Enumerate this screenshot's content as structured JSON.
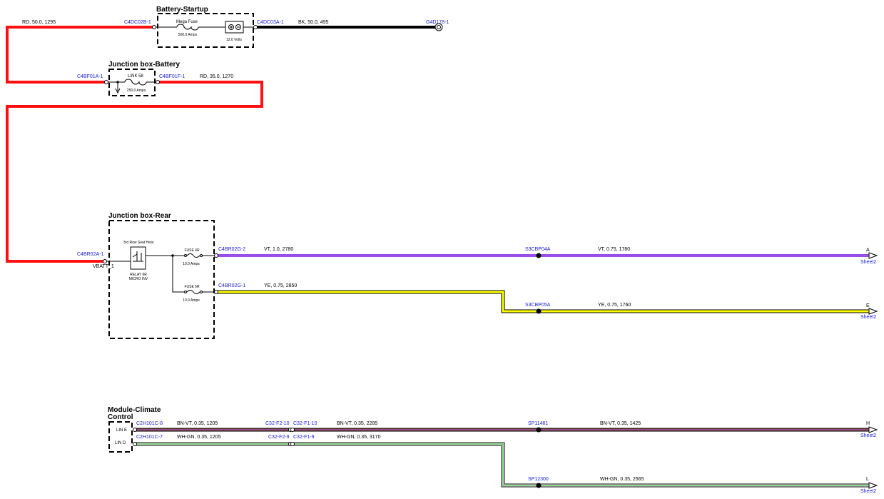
{
  "colors": {
    "red": "#ff1010",
    "black": "#000000",
    "violet": "#9b4dea",
    "yellow": "#ffff00",
    "brown": "#8b4a2b",
    "green": "#22b022",
    "connector_blue": "#1a1ad6"
  },
  "groups": {
    "battery_startup": {
      "title": "Battery-Startup",
      "fuse_name": "Mega Fuse",
      "fuse_rating": "500.0 Amps",
      "battery_rating": "12.0 Volts"
    },
    "junction_battery": {
      "title": "Junction box-Battery",
      "fuse_name": "LINK 58",
      "fuse_rating": "250.0 Amps"
    },
    "junction_rear": {
      "title": "Junction box-Rear",
      "relay_title": "3rd Row Seat Heat",
      "relay_label_1": "RELAY 6R",
      "relay_label_2": "MICRO INV",
      "pin_label": "VBATT_1",
      "fuse1_name": "FUSE 4R",
      "fuse1_rating": "10.0 Amps",
      "fuse2_name": "FUSE 5R",
      "fuse2_rating": "10.0 Amps"
    },
    "module_climate": {
      "title_line1": "Module-Climate",
      "title_line2": "Control",
      "pin1": "LIN E",
      "pin2": "LIN D"
    }
  },
  "connectors": {
    "c4dc02b": "C4DC02B-1",
    "c4dc03a": "C4DC03A-1",
    "g4d178": "G4D178-1",
    "c4bf01a": "C4BF01A-1",
    "c4bf01f": "C4BF01F-1",
    "c4br02a": "C4BR02A-1",
    "c4br02g2": "C4BR02G-2",
    "c4br02g1": "C4BR02G-1",
    "c2h101c8": "C2H101C-8",
    "c2h101c7": "C2H101C-7",
    "c32f210": "C32-F2-10",
    "c32f110": "C32-F1-10",
    "c32f29": "C32-F2-9",
    "c32f19": "C32-F1-9"
  },
  "splices": {
    "s3cbp04a": "S3CBP04A",
    "s3cbp05a": "S3CBP05A",
    "sp11481": "SP11481",
    "sp12300": "SP12300"
  },
  "wires": {
    "rd_50": "RD,  50.0,  1295",
    "bk_50": "BK,  50.0,  495",
    "rd_35": "RD,  35.0,  1270",
    "vt_1": "VT,  1.0,  2780",
    "vt_075": "VT,  0.75,  1780",
    "ye_075a": "YE,  0.75,  2850",
    "ye_075b": "YE,  0.75,  1760",
    "bnvt_1205": "BN-VT,  0.35,  1205",
    "bnvt_2285": "BN-VT,  0.35,  2285",
    "bnvt_1425": "BN-VT,  0.35,  1425",
    "whgn_1205": "WH-GN,  0.35,  1205",
    "whgn_3170": "WH-GN,  0.35,  3170",
    "whgn_2565": "WH-GN,  0.35,  2565"
  },
  "offpage": {
    "a": {
      "letter": "A",
      "sheet": "Sheet2"
    },
    "e": {
      "letter": "E",
      "sheet": "Sheet2"
    },
    "h": {
      "letter": "H",
      "sheet": "Sheet2"
    },
    "l": {
      "letter": "L",
      "sheet": "Sheet2"
    }
  }
}
